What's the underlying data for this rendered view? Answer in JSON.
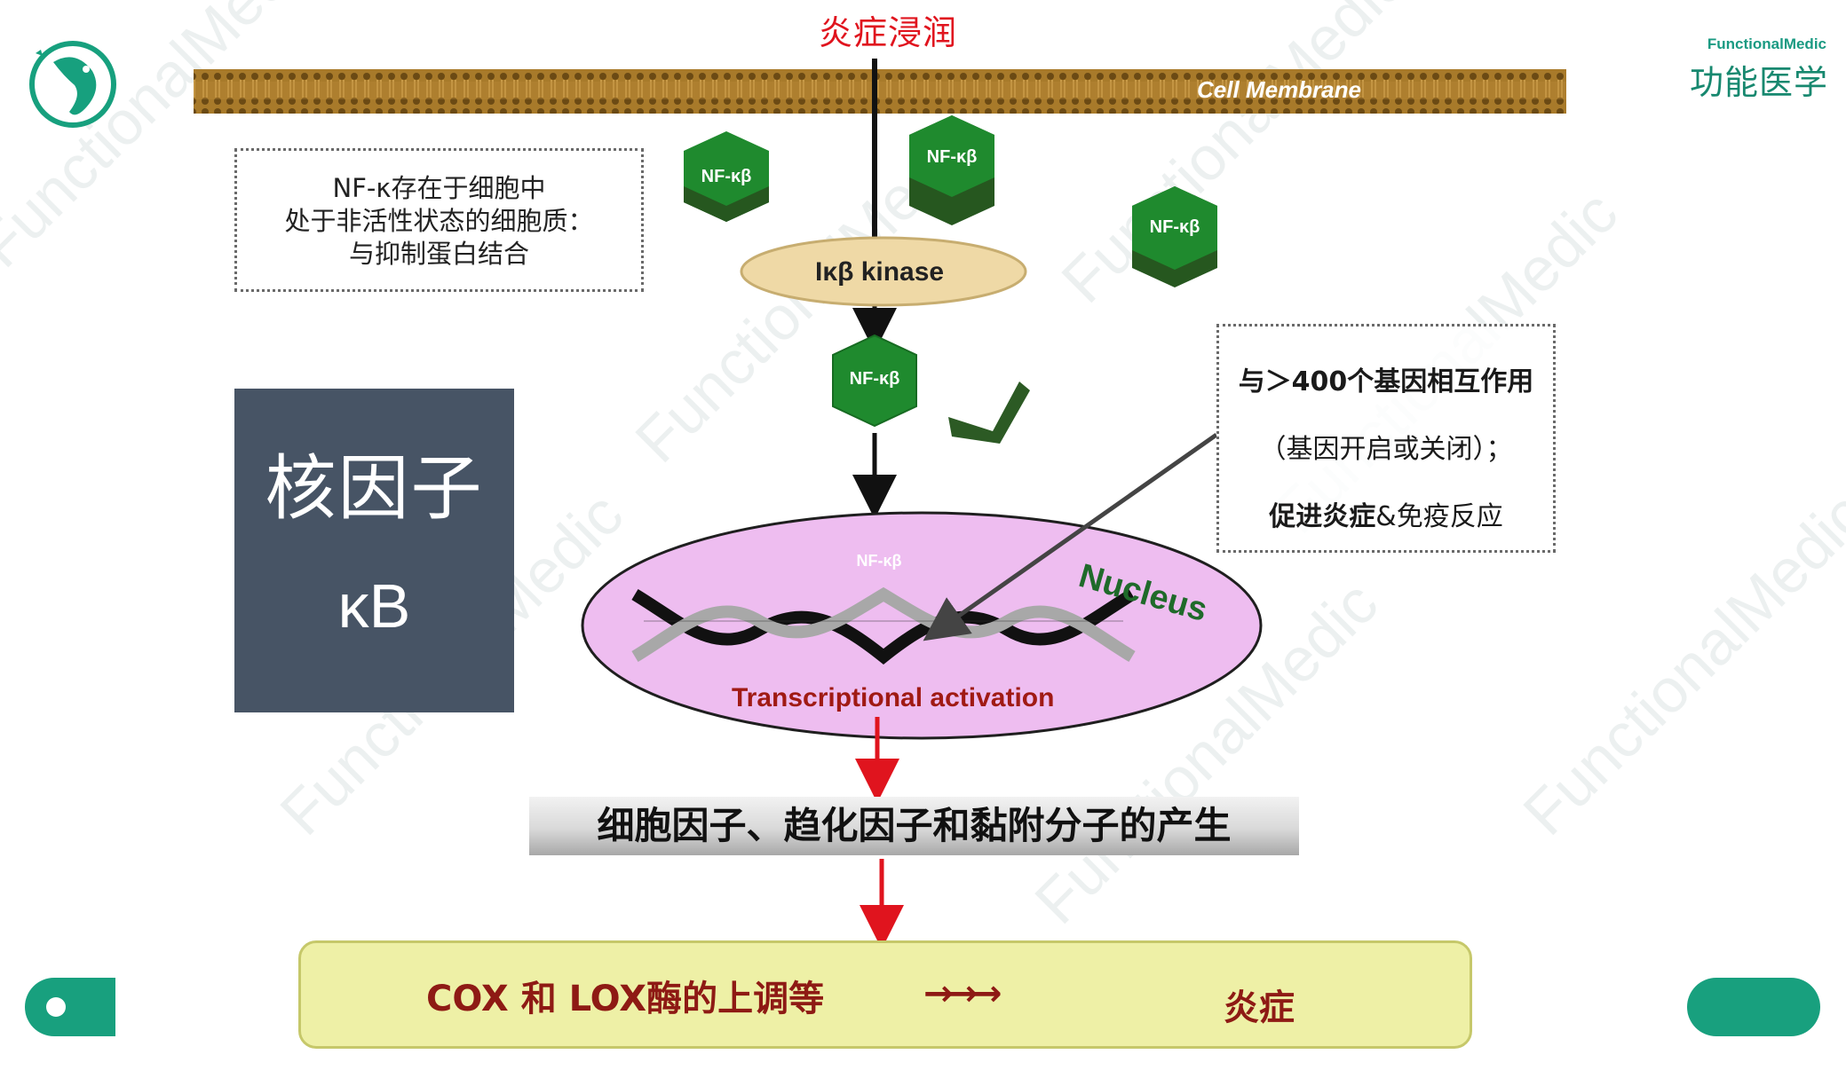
{
  "header": {
    "title_red": "炎症浸润",
    "brand_en": "FunctionalMedic",
    "brand_cn": "功能医学"
  },
  "left_box": {
    "lines": [
      "NF-κ存在于细胞中",
      "处于非活性状态的细胞质：",
      "与抑制蛋白结合"
    ]
  },
  "nfkb_panel": {
    "line1": "核因子",
    "line2": "κB"
  },
  "diagram_labels": {
    "cell_membrane": "Cell Membrane",
    "ikb_kinase": "Iκβ kinase",
    "nfkb": "NF-κβ",
    "nucleus": "Nucleus",
    "transcription": "Transcriptional activation"
  },
  "right_box": {
    "line1": "与＞400个基因相互作用",
    "line2": "（基因开启或关闭）；",
    "line3_bold": "促进炎症",
    "line3_rest": "&免疫反应"
  },
  "cytokine_bar": "细胞因子、趋化因子和黏附分子的产生",
  "bottom": {
    "cox": "COX 和 LOX酶的上调等",
    "arrows": "→→→",
    "inflammation": "炎症"
  },
  "watermark": "FunctionalMedic",
  "colors": {
    "title_red": "#e0141e",
    "brand_green": "#17886f",
    "panel_slate": "#475465",
    "hex_green": "#1f8a2e",
    "nucleus_pink": "#eebdf0",
    "yellow_box": "#eef0a6",
    "dark_red_text": "#8e1a14"
  }
}
